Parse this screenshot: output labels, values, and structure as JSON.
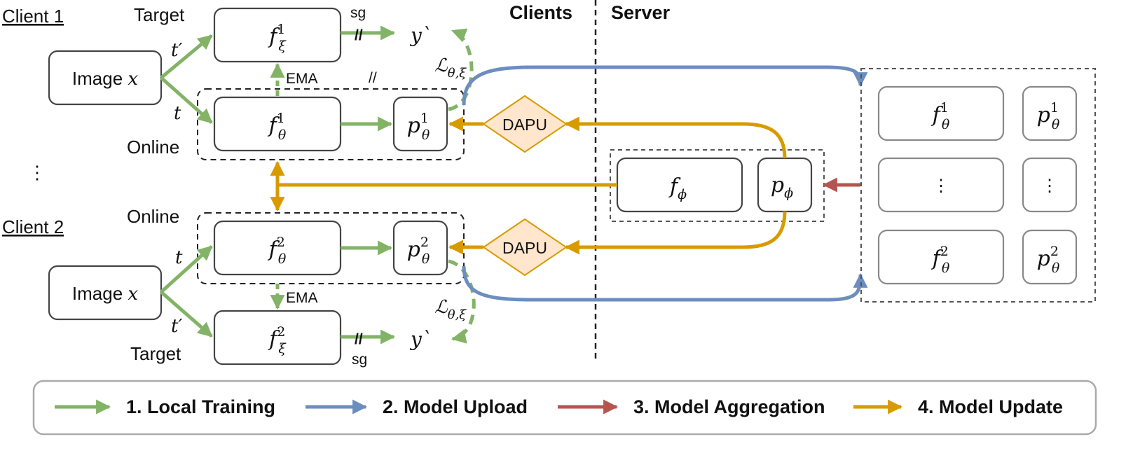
{
  "clients_header": "Clients",
  "server_header": "Server",
  "client1": {
    "title": "Client 1",
    "target_label": "Target",
    "online_label": "Online",
    "image_label": "Image",
    "image_var": "x",
    "target_net": "f",
    "target_sup": "1",
    "target_sub": "ξ",
    "online_net": "f",
    "online_sup": "1",
    "online_sub": "θ",
    "predictor": "p",
    "predictor_sup": "1",
    "predictor_sub": "θ",
    "t_prime": "t′",
    "t": "t",
    "sg": "sg",
    "stop": "//",
    "stop2": "//",
    "ema": "EMA",
    "output": "y`",
    "loss": "ℒ",
    "loss_sub": "θ,ξ"
  },
  "client2": {
    "title": "Client 2",
    "target_label": "Target",
    "online_label": "Online",
    "image_label": "Image",
    "image_var": "x",
    "target_net": "f",
    "target_sup": "2",
    "target_sub": "ξ",
    "online_net": "f",
    "online_sup": "2",
    "online_sub": "θ",
    "predictor": "p",
    "predictor_sup": "2",
    "predictor_sub": "θ",
    "t_prime": "t′",
    "t": "t",
    "sg": "sg",
    "stop": "//",
    "ema": "EMA",
    "output": "y`",
    "loss": "ℒ",
    "loss_sub": "θ,ξ"
  },
  "left_ellipsis": "⋮",
  "dapu_top": "DAPU",
  "dapu_bottom": "DAPU",
  "server": {
    "global_f": "f",
    "global_f_sub": "ϕ",
    "global_p": "p",
    "global_p_sub": "ϕ",
    "stack": [
      {
        "f": "f",
        "f_sup": "1",
        "f_sub": "θ",
        "p": "p",
        "p_sup": "1",
        "p_sub": "θ"
      },
      {
        "f": "⋮",
        "p": "⋮"
      },
      {
        "f": "f",
        "f_sup": "2",
        "f_sub": "θ",
        "p": "p",
        "p_sup": "2",
        "p_sub": "θ"
      }
    ]
  },
  "legend": [
    {
      "label": "1. Local Training",
      "color": "#82b366"
    },
    {
      "label": "2. Model Upload",
      "color": "#6c8ebf"
    },
    {
      "label": "3. Model Aggregation",
      "color": "#b85450"
    },
    {
      "label": "4. Model Update",
      "color": "#d79b00"
    }
  ],
  "colors": {
    "local_training": "#82b366",
    "model_upload": "#6c8ebf",
    "model_aggregation": "#b85450",
    "model_update": "#d79b00",
    "dapu_fill": "#ffe6cc"
  }
}
